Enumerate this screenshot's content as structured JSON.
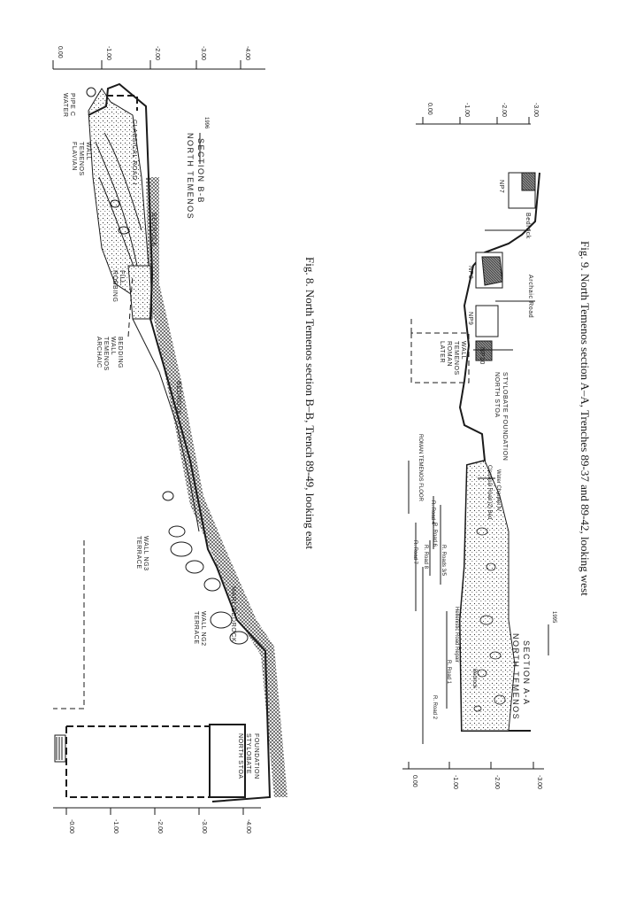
{
  "fig8": {
    "caption": "Fig. 8. North Temenos section B–B, Trench 89-49, looking east",
    "title_line1": "NORTH TEMENOS",
    "title_line2": "SECTION B-B",
    "scale_year": "1996",
    "labels": {
      "water_pipe": [
        "WATER",
        "PIPE C"
      ],
      "flavian_wall": [
        "FLAVIAN",
        "TEMENOS",
        "WALL"
      ],
      "classical_road": "CLASSICAL ROAD I",
      "robbing_fill": [
        "ROBBING",
        "FILL"
      ],
      "bedrock_1": "BEDROCK",
      "archaic_wall": [
        "ARCHAIC",
        "TEMENOS",
        "WALL",
        "BEDDING"
      ],
      "bedrock_2": "BEDROCK",
      "terrace_ng3": [
        "TERRACE",
        "WALL NG3"
      ],
      "terrace_ng2": [
        "TERRACE",
        "WALL NG2"
      ],
      "marl_bedrock": "MARL/BEDROCK",
      "stylobate": [
        "NORTH STOA",
        "STYLOBATE",
        "FOUNDATION"
      ]
    },
    "ticks_top": [
      "0.00",
      "-1.00",
      "-2.00",
      "-3.00",
      "-4.00"
    ],
    "ticks_bottom": [
      "-0.00",
      "-1.00",
      "-2.00",
      "-3.00",
      "-4.00"
    ]
  },
  "fig9": {
    "caption": "Fig. 9. North Temenos section A–A, Trenches 89-37 and 89-42, looking west",
    "title_line1": "NORTH TEMENOS",
    "title_line2": "SECTION A-A",
    "scale_year": "1995",
    "labels": {
      "later_roman_wall": [
        "LATER",
        "ROMAN",
        "TEMENOS",
        "WALL"
      ],
      "roman_floor": "ROMAN TEMENOS FLOOR",
      "stoa_stylobate": [
        "NORTH STOA",
        "STYLOBATE FOUNDATION"
      ],
      "np7": "NP7",
      "np8": "NP8",
      "np9": "NP9",
      "np10": "NP10",
      "bedrock_right": "Bedrock",
      "archaic_road": "Archaic Road",
      "r_road_2": "R. Road 2",
      "r_road_1": "R. Road 1",
      "r_road_7": "R. Road 7",
      "r_road_8": "R. Road 8",
      "r_roads_3_5": "R. Roads 3/5",
      "r_road_6": "R. Road 6",
      "r_road_4": "R. Road 4",
      "classical_road": "Classical Road (2) Bed",
      "water_channel": "Water Channel IV",
      "hellenistic": "Hellenistic Road Repair",
      "bedrock_left": "Bedrock"
    },
    "ticks_right": [
      "0.00",
      "-1.00",
      "-2.00",
      "-3.00"
    ],
    "ticks_left": [
      "0.00",
      "-1.00",
      "-2.00",
      "-3.00"
    ]
  }
}
